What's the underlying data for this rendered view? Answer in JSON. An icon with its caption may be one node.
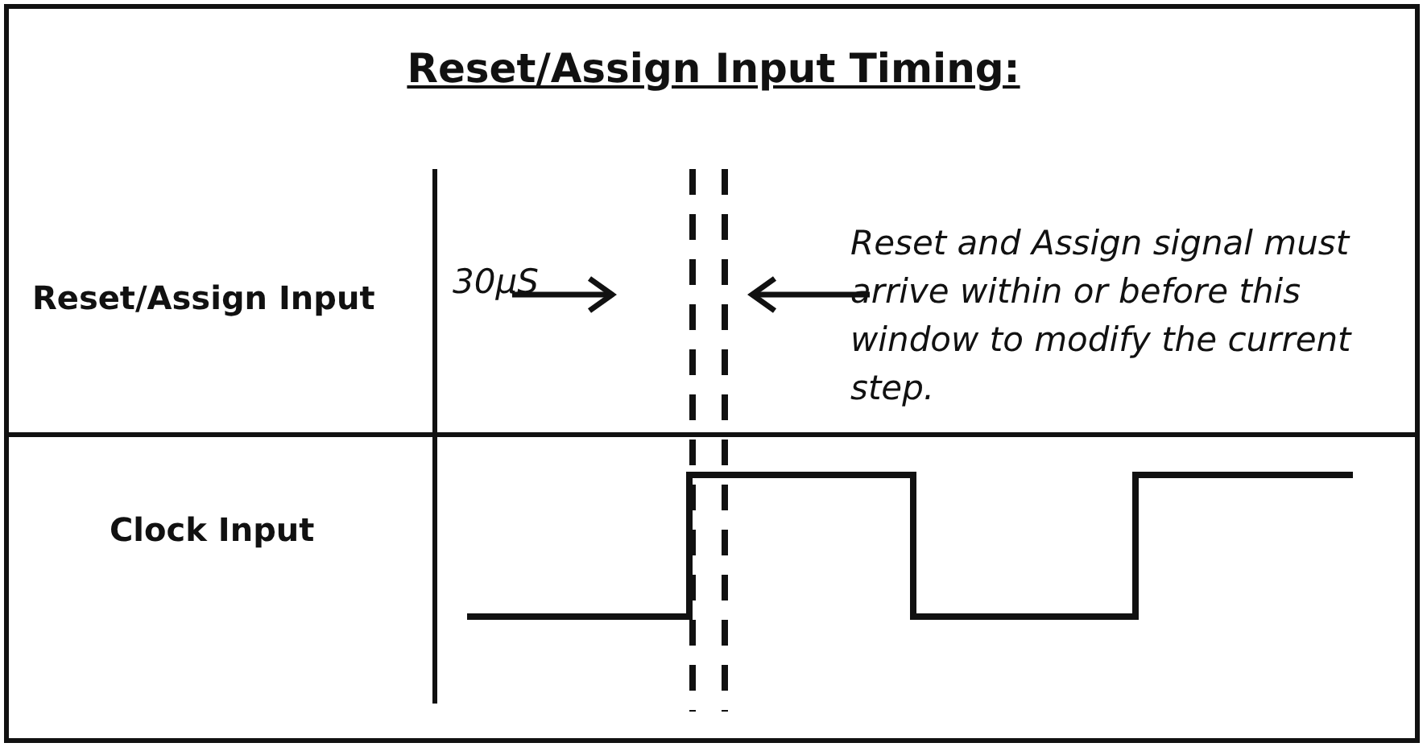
{
  "diagram": {
    "title": "Reset/Assign Input Timing:",
    "labels": [
      "Reset/Assign Input",
      "30µS",
      "Reset and Assign signal must arrive within or before this window to modify the current step.",
      "Clock Input"
    ]
  }
}
